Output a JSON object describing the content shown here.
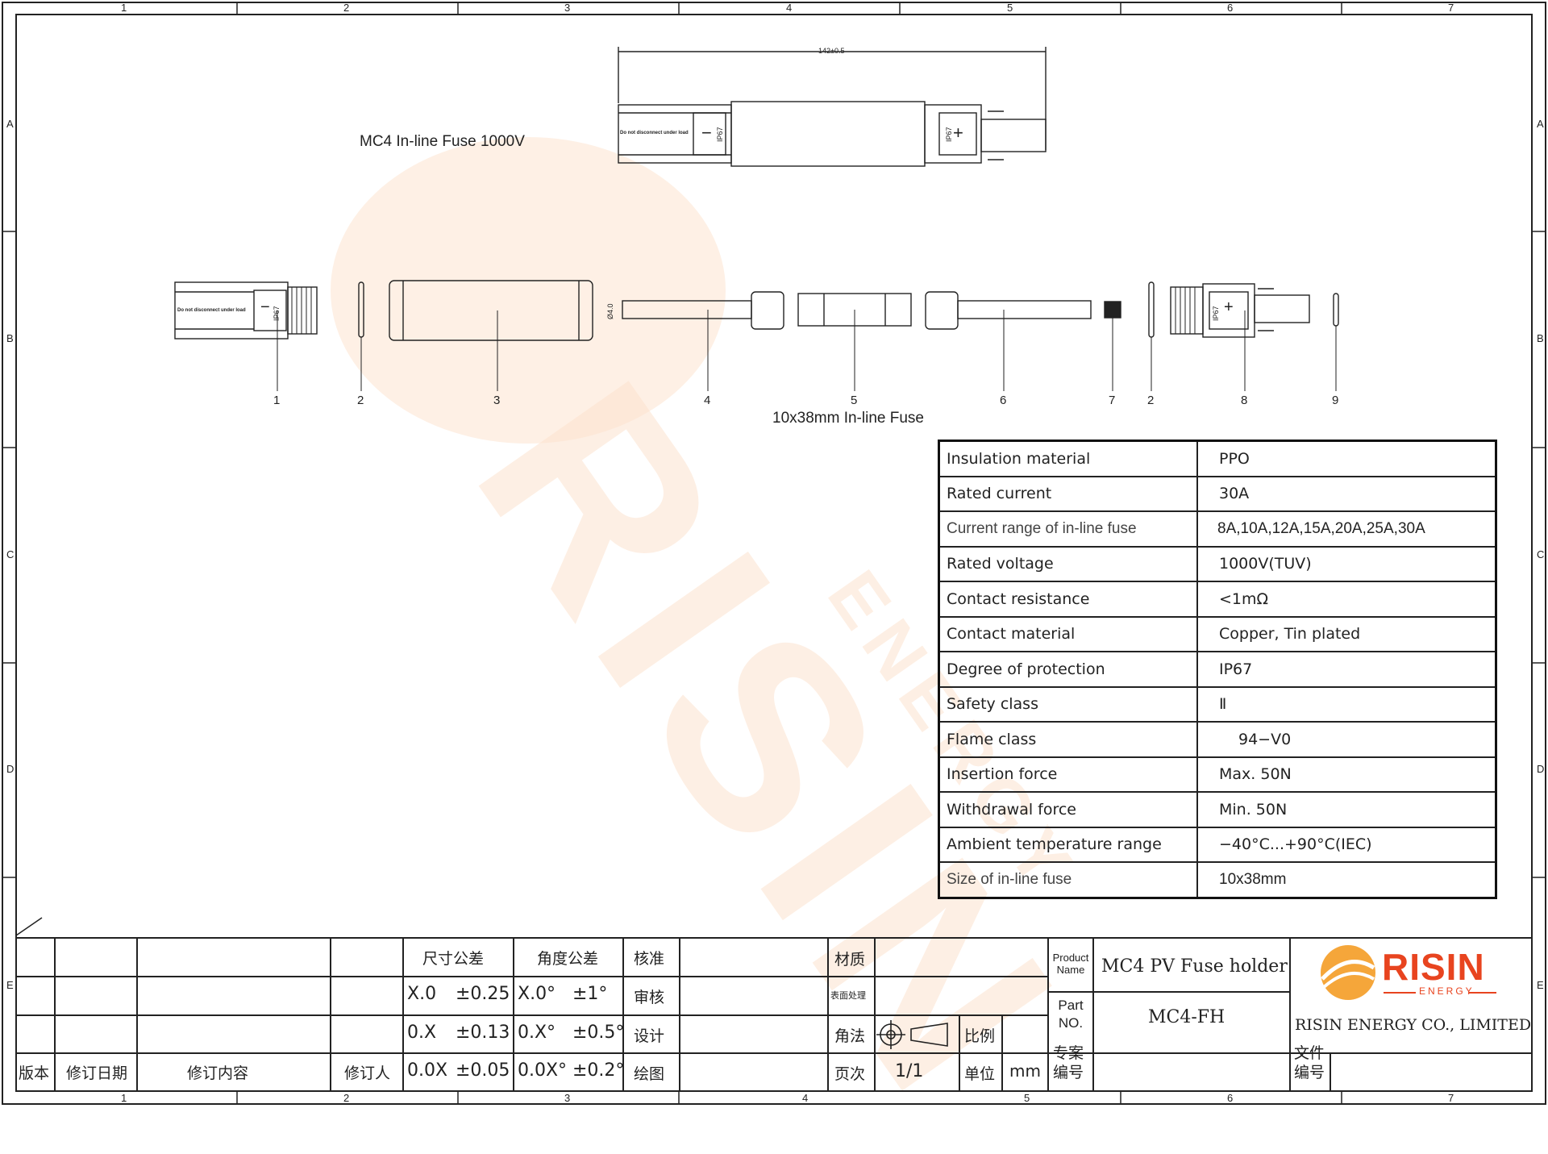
{
  "frame": {
    "columns": [
      "1",
      "2",
      "3",
      "4",
      "5",
      "6",
      "7"
    ],
    "bottom_columns": [
      "1",
      "2",
      "3",
      "4",
      "5",
      "6",
      "7"
    ],
    "rows": [
      "A",
      "B",
      "C",
      "D",
      "E"
    ]
  },
  "drawing": {
    "title_note": "MC4 In-line Fuse 1000V",
    "dimension": "142±0.5",
    "fuse_caption": "10x38mm In-line Fuse",
    "diameter_label": "Ø4.0",
    "connector_text": "Do not disconnect under load",
    "ip_rating_mark": "IP67",
    "minus_sign": "−",
    "plus_sign": "+",
    "part_numbers": [
      "1",
      "2",
      "3",
      "4",
      "5",
      "6",
      "7",
      "2",
      "8",
      "9"
    ]
  },
  "specs": [
    {
      "key": "Insulation material",
      "value": "PPO"
    },
    {
      "key": "Rated current",
      "value": "30A"
    },
    {
      "key": "Current range of in-line fuse",
      "value": "8A,10A,12A,15A,20A,25A,30A"
    },
    {
      "key": "Rated voltage",
      "value": "1000V(TUV)"
    },
    {
      "key": "Contact resistance",
      "value": "<1mΩ"
    },
    {
      "key": "Contact material",
      "value": "Copper, Tin plated"
    },
    {
      "key": "Degree of protection",
      "value": "IP67"
    },
    {
      "key": "Safety class",
      "value": "Ⅱ"
    },
    {
      "key": "Flame class",
      "value": "94−V0"
    },
    {
      "key": "Insertion force",
      "value": "Max. 50N"
    },
    {
      "key": "Withdrawal force",
      "value": "Min. 50N"
    },
    {
      "key": "Ambient temperature range",
      "value": "−40°C...+90°C(IEC)"
    },
    {
      "key": "Size of in-line fuse",
      "value": "10x38mm"
    }
  ],
  "title_block": {
    "revision_headers": {
      "version": "版本",
      "date": "修订日期",
      "content": "修订内容",
      "reviser": "修订人"
    },
    "tolerance": {
      "dim_header": "尺寸公差",
      "ang_header": "角度公差",
      "rows": [
        {
          "d": "X.0",
          "dt": "±0.25",
          "a": "X.0°",
          "at": "±1°",
          "role": "审核"
        },
        {
          "d": "0.X",
          "dt": "±0.13",
          "a": "0.X°",
          "at": "±0.5°",
          "role": "设计"
        },
        {
          "d": "0.0X",
          "dt": "±0.05",
          "a": "0.0X°",
          "at": "±0.2°",
          "role": "绘图"
        }
      ],
      "approve": "核准"
    },
    "material": "材质",
    "surface": "表面处理",
    "projection": "角法",
    "scale": "比例",
    "page": "页次",
    "page_value": "1/1",
    "unit": "单位",
    "unit_value": "mm",
    "product_name_label": "Product Name",
    "product_name": "MC4 PV Fuse holder",
    "part_no_label": "Part NO.",
    "part_no": "MC4-FH",
    "project_no_label": "专案编号",
    "file_no_label": "文件编号",
    "company": "RISIN ENERGY CO., LIMITED",
    "logo_word": "RISIN",
    "logo_sub": "ENERGY",
    "watermark": "RISIN",
    "watermark_sub": "ENERGY"
  }
}
